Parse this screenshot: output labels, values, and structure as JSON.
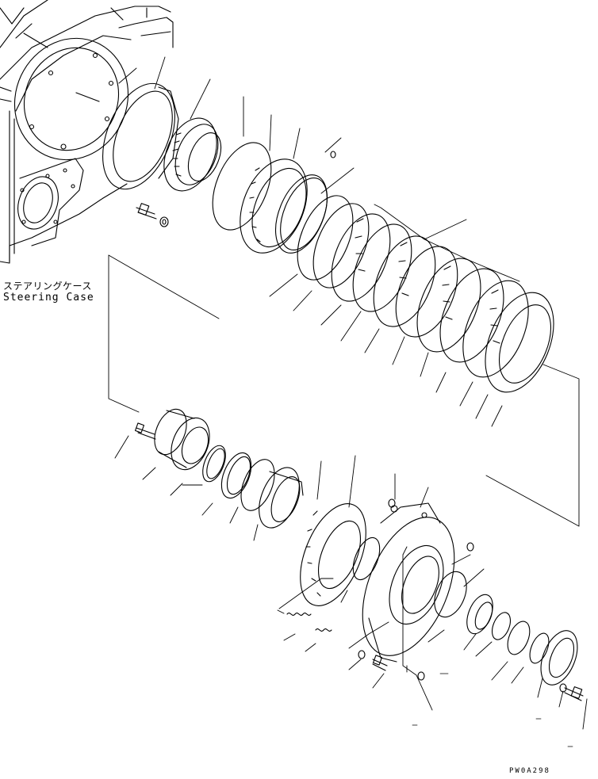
{
  "case_label_jp": "ステアリングケース",
  "case_label_en": "Steering Case",
  "drawing_code": "PW0A298"
}
